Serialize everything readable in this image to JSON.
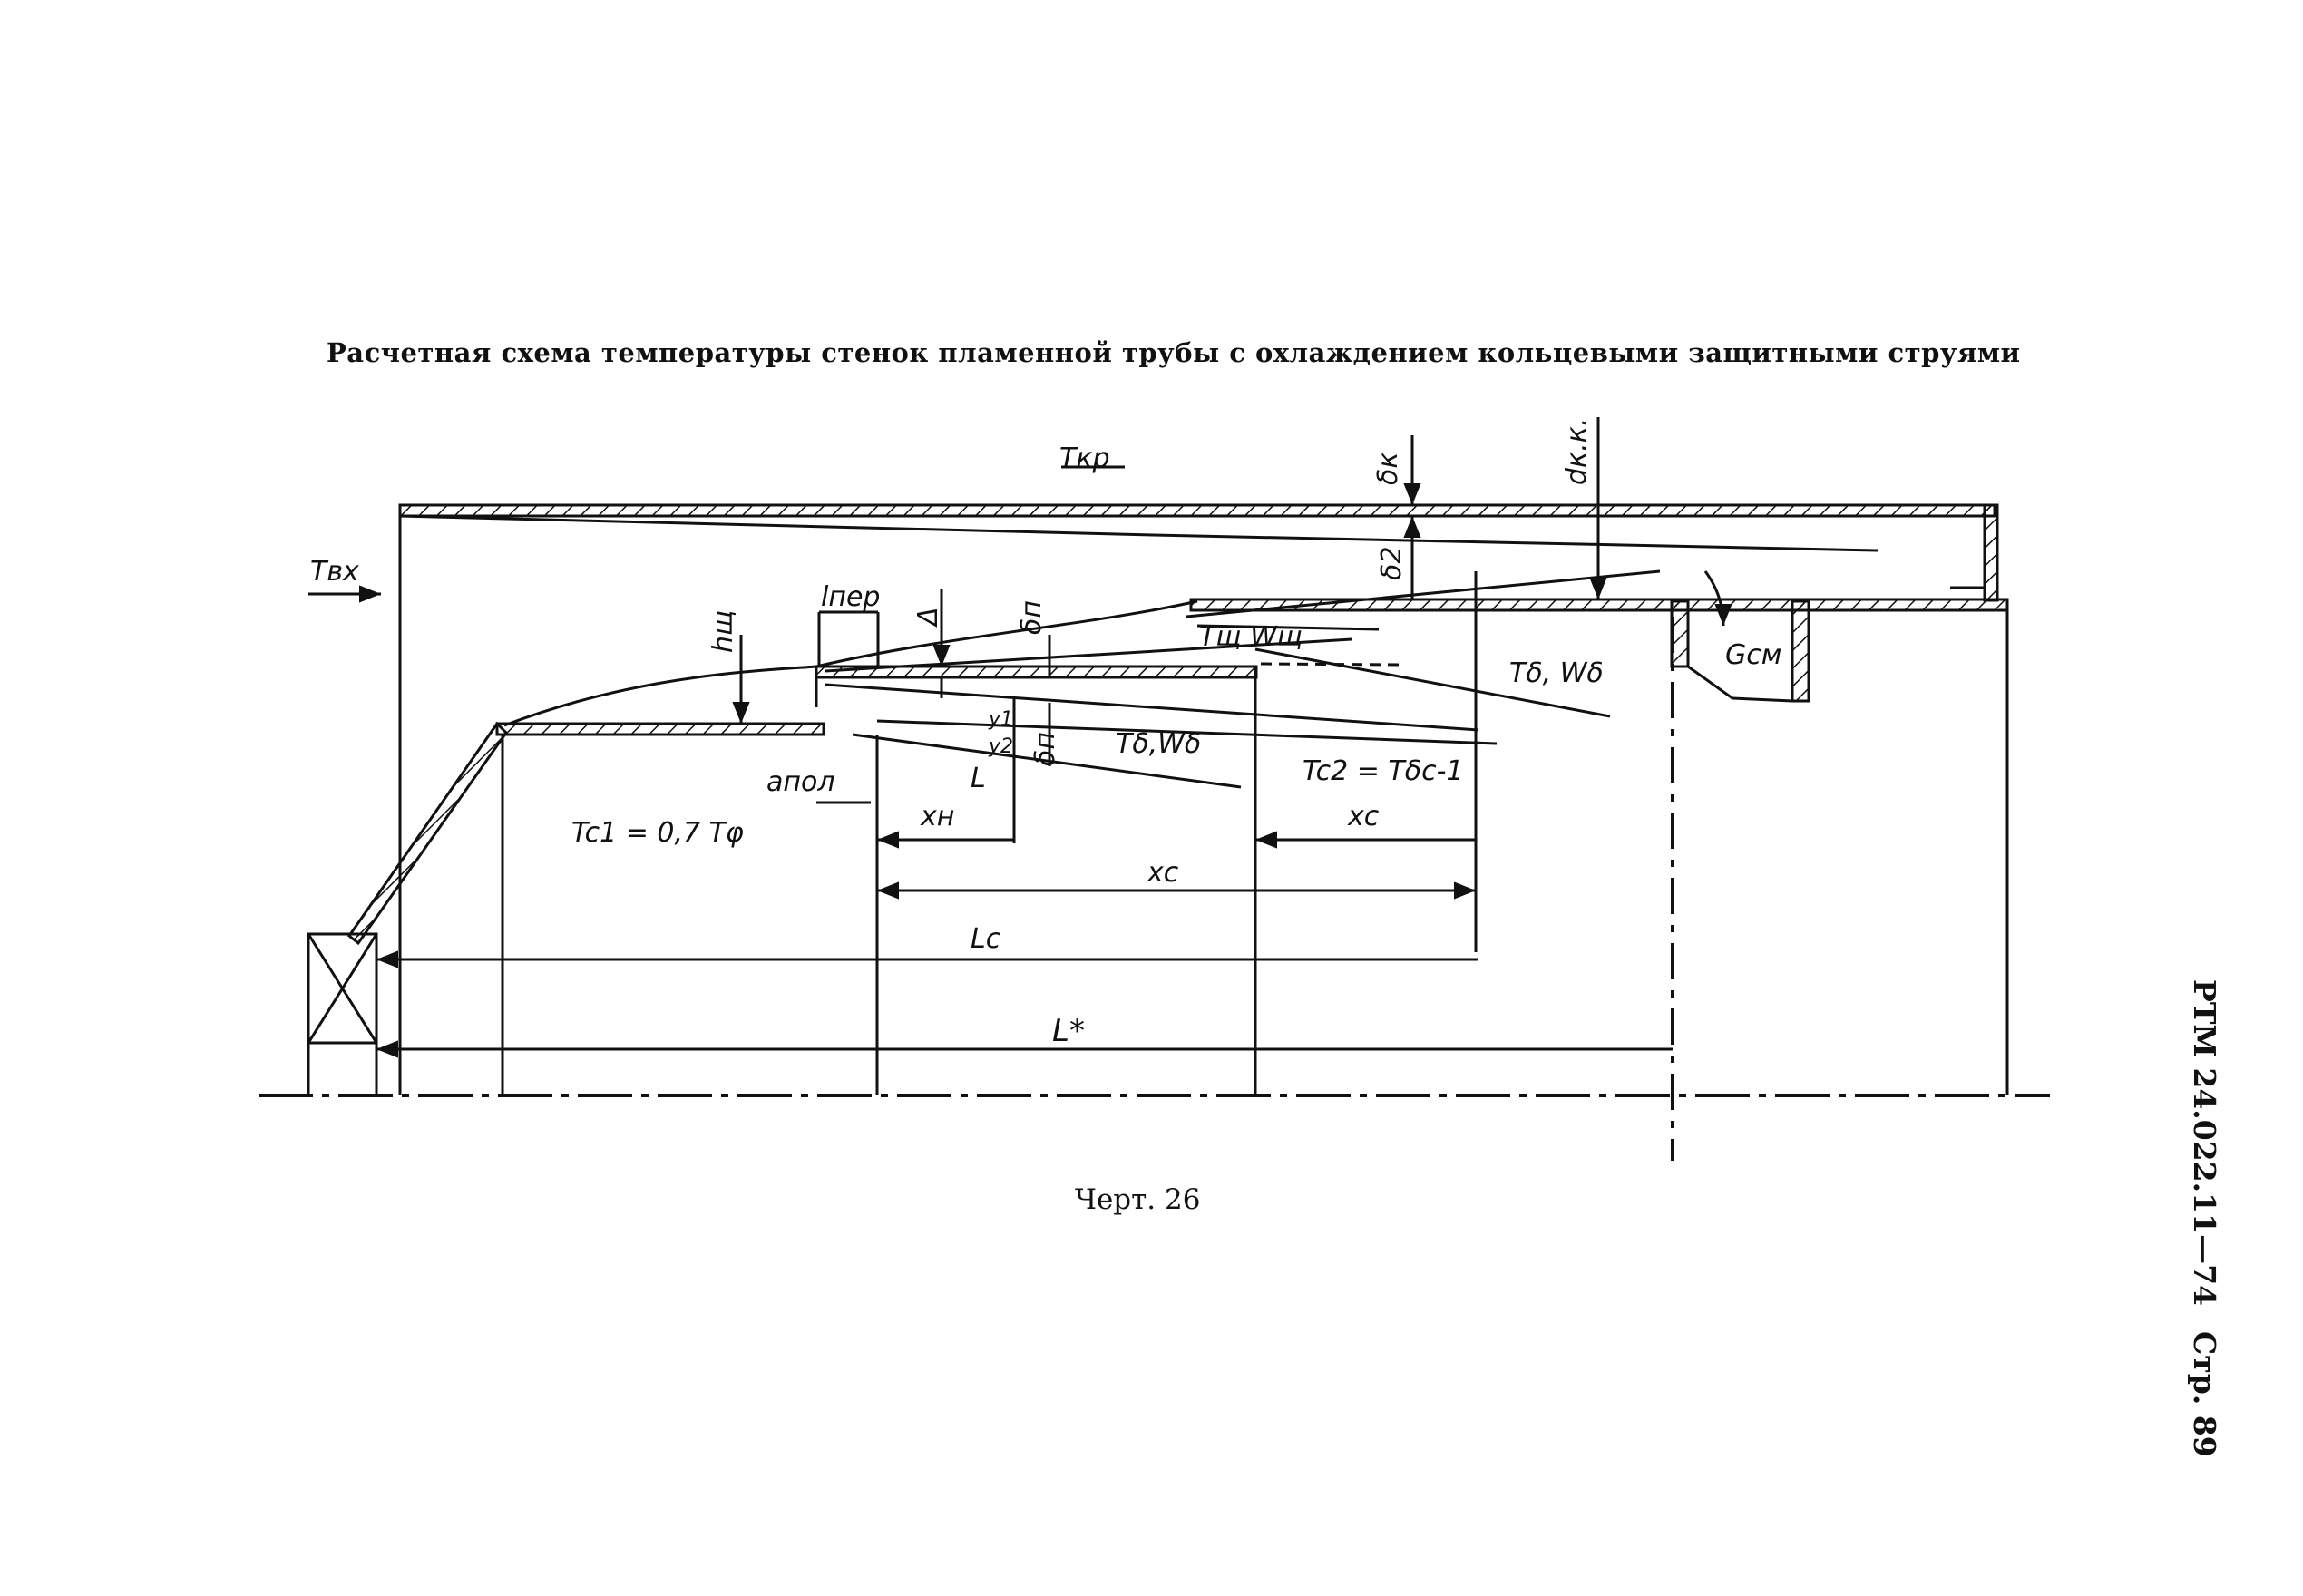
{
  "title": "Расчетная схема температуры стенок пламенной трубы с охлаждением кольцевыми защитными струями",
  "caption": "Черт. 26",
  "side_label": {
    "standard": "РТМ 24.022.11—74",
    "page": "Стр. 89"
  },
  "labels": {
    "t_kr": "Tкр",
    "t_vx": "Tвх",
    "delta_k": "δк",
    "d_kk": "dк.к.",
    "delta_2": "δ2",
    "h_sch": "hщ",
    "l_per": "lпер",
    "Delta": "Δ",
    "delta_p": "δп",
    "delta_p2": "δп",
    "t_sch_w_sch": "Tщ Wщ",
    "t_d_w_d_upper": "Tδ, Wδ",
    "t_d_w_d_lower": "Tδ,Wδ",
    "g_sm": "Gсм",
    "y1": "y1",
    "y2": "y2",
    "L": "L",
    "a_pol": "aпол",
    "tc1": "Tc1 = 0,7 Tφ",
    "tc2": "Tc2 = Tδc-1",
    "x_n": "xн",
    "x_c_short": "xс",
    "x_c": "xс",
    "L_i": "Lc",
    "L_star": "L*"
  }
}
